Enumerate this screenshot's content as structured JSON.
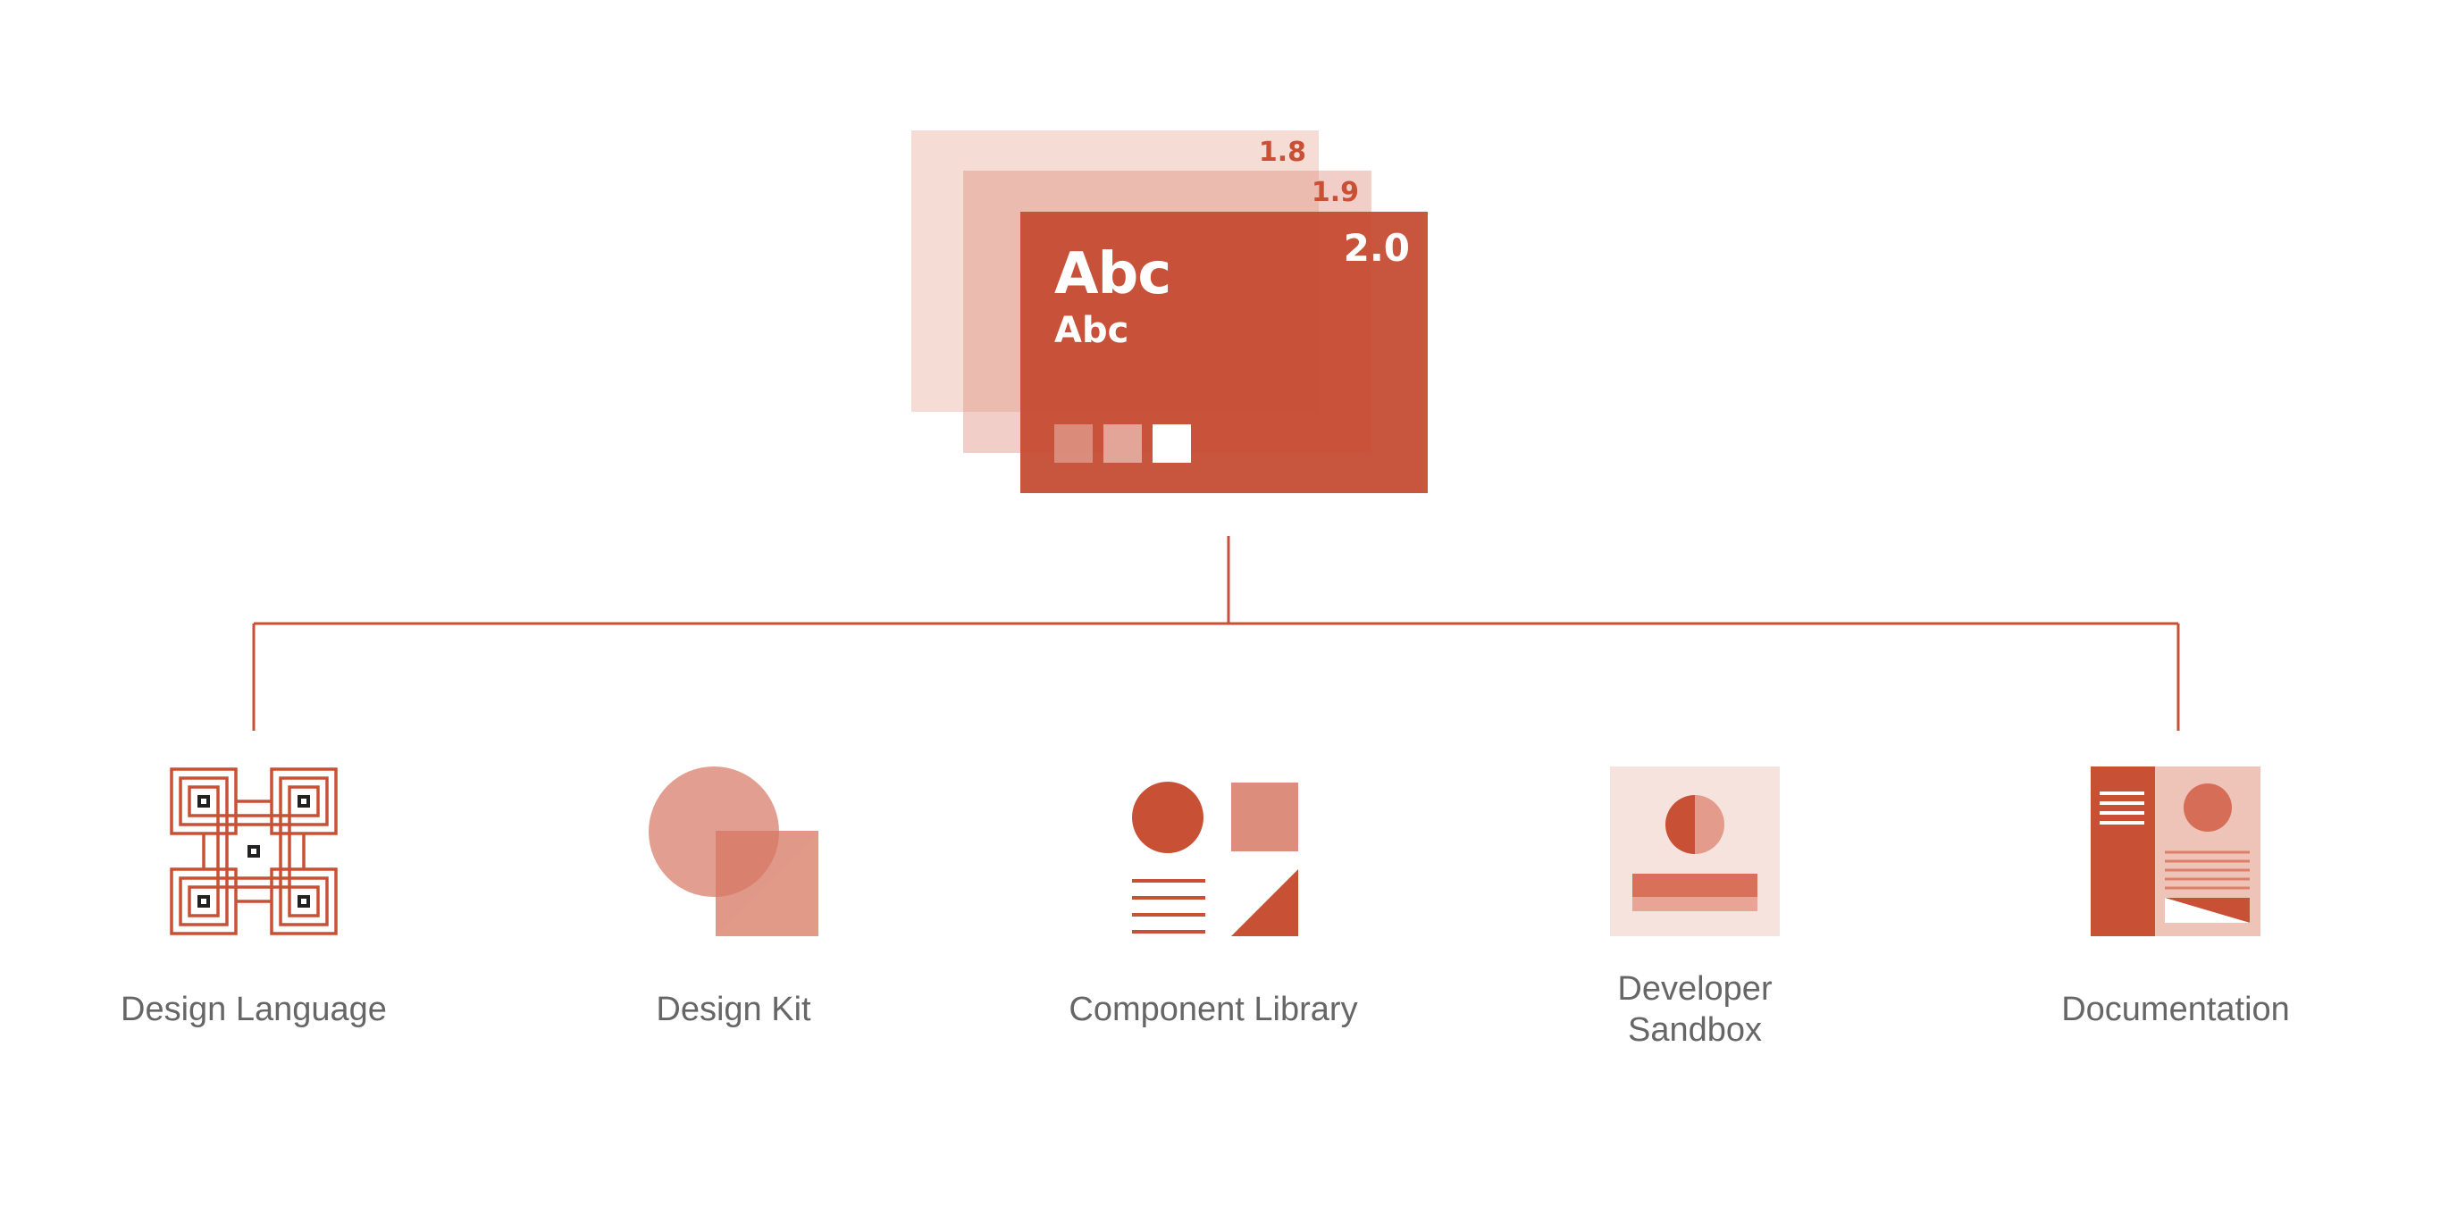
{
  "version_stack": {
    "cards": [
      {
        "version": "1.8"
      },
      {
        "version": "1.9"
      },
      {
        "version": "2.0",
        "sample_large": "Abc",
        "sample_small": "Abc"
      }
    ]
  },
  "nodes": [
    {
      "label": "Design Language",
      "icon": "design-language-icon"
    },
    {
      "label": "Design Kit",
      "icon": "design-kit-icon"
    },
    {
      "label": "Component Library",
      "icon": "component-library-icon"
    },
    {
      "label_lines": [
        "Developer",
        "Sandbox"
      ],
      "icon": "developer-sandbox-icon"
    },
    {
      "label": "Documentation",
      "icon": "documentation-icon"
    }
  ],
  "colors": {
    "accent": "#c85035",
    "accent_light": "#dd8d7c",
    "accent_pale": "#f4dad3",
    "label_text": "#666666",
    "line": "#c85035"
  }
}
